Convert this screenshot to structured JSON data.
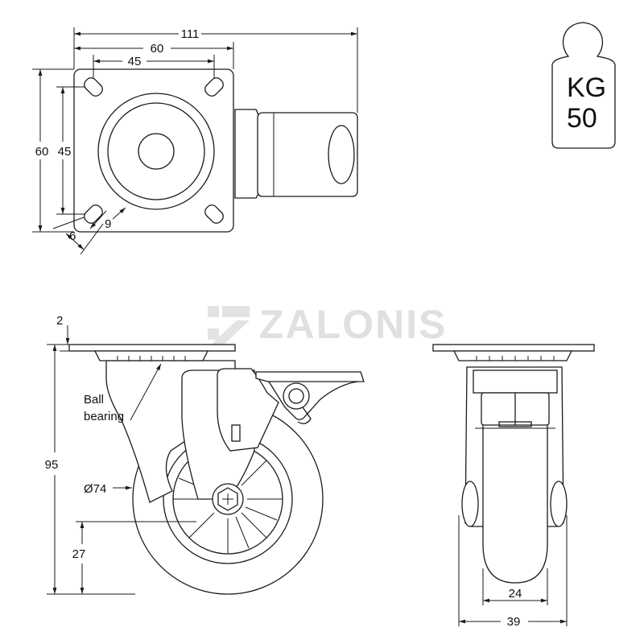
{
  "watermark": {
    "brand": "ZALONIS"
  },
  "load_badge": {
    "unit": "KG",
    "value": "50"
  },
  "top_view": {
    "dim_overall_width": "111",
    "dim_plate_width": "60",
    "dim_hole_spacing_x": "45",
    "dim_plate_height": "60",
    "dim_hole_spacing_y": "45",
    "dim_slot_width": "6",
    "dim_slot_length": "9"
  },
  "side_view": {
    "dim_plate_thickness": "2",
    "dim_total_height": "95",
    "dim_wheel_diameter": "Ø74",
    "dim_axle_height": "27",
    "label_ball_bearing_line1": "Ball",
    "label_ball_bearing_line2": "bearing"
  },
  "front_view": {
    "dim_tread_width": "24",
    "dim_overall_width": "39"
  }
}
